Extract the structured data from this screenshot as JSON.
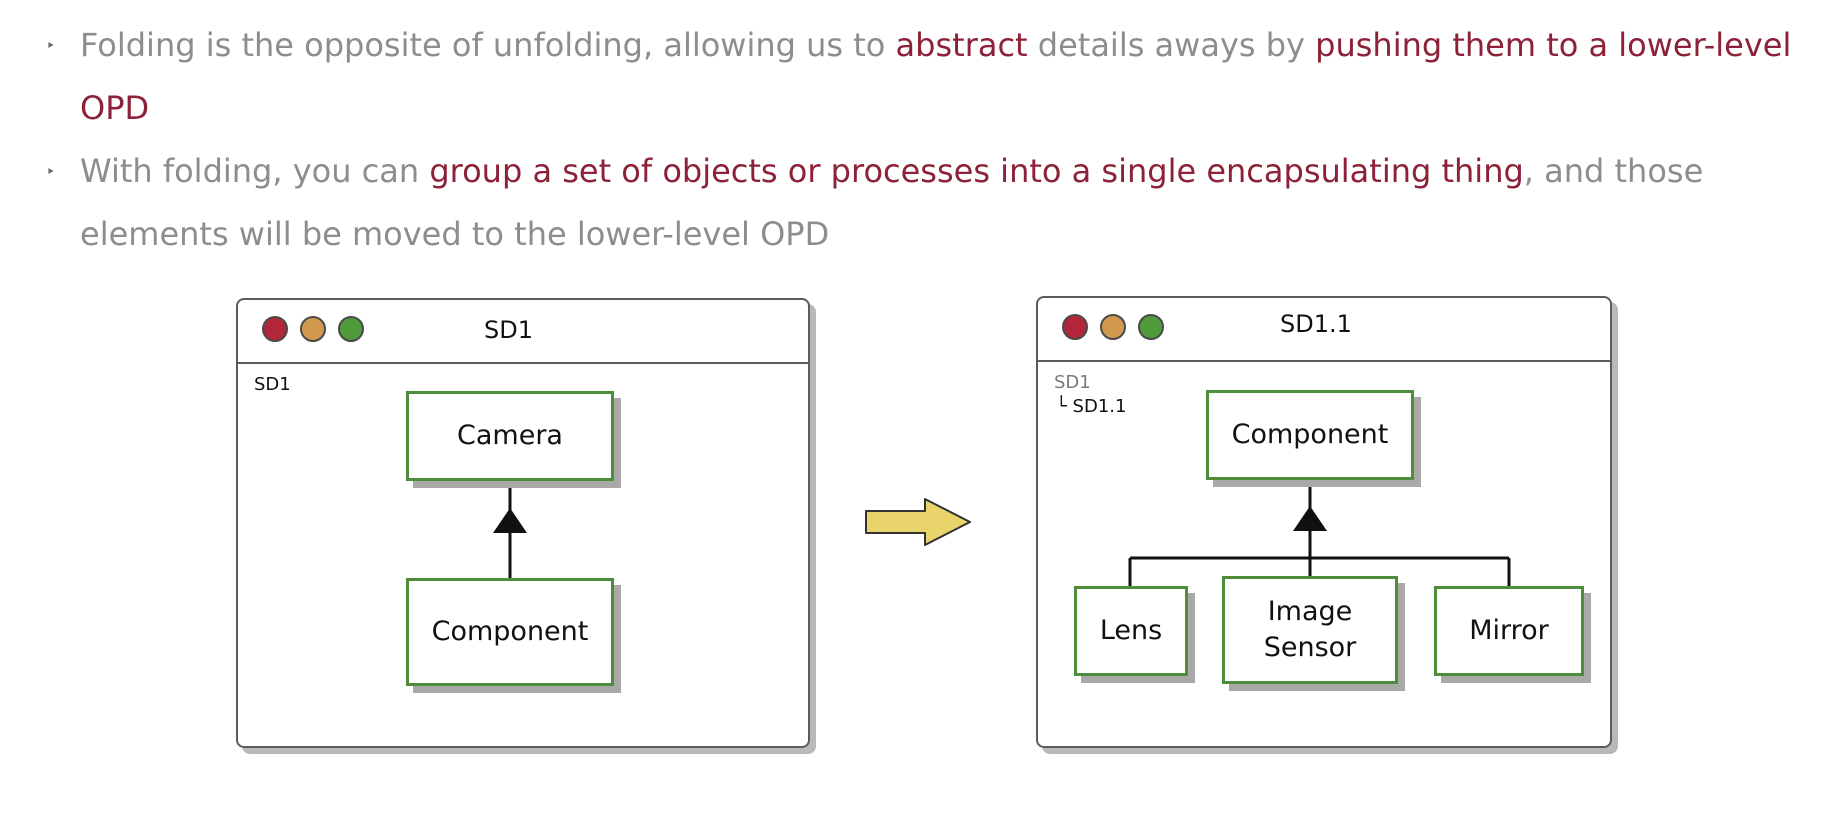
{
  "bullets": [
    {
      "parts": [
        {
          "text": "Folding is the opposite of unfolding, allowing us to ",
          "hl": false
        },
        {
          "text": "abstract",
          "hl": true
        },
        {
          "text": " details aways by ",
          "hl": false
        },
        {
          "text": "pushing them to a lower-level OPD",
          "hl": true
        }
      ]
    },
    {
      "parts": [
        {
          "text": "With folding, you can ",
          "hl": false
        },
        {
          "text": "group a set of objects or processes into a single encapsulating thing",
          "hl": true
        },
        {
          "text": ", and those elements will be moved to the lower-level OPD",
          "hl": false
        }
      ]
    }
  ],
  "bullet_marker": "‣",
  "colors": {
    "highlight": "#8c2137",
    "body_text": "#8d8d8d",
    "box_border": "#4e8d3c",
    "dot_red": "#b3263a",
    "dot_orange": "#d19a4e",
    "dot_green": "#4f9a3a",
    "arrow_fill": "#e8d46a"
  },
  "left_window": {
    "title": "SD1",
    "breadcrumb": "SD1",
    "parent": "Camera",
    "child": "Component"
  },
  "right_window": {
    "title": "SD1.1",
    "breadcrumb_root": "SD1",
    "breadcrumb_child": "└ SD1.1",
    "parent": "Component",
    "children": [
      "Lens",
      "Image\nSensor",
      "Mirror"
    ]
  }
}
